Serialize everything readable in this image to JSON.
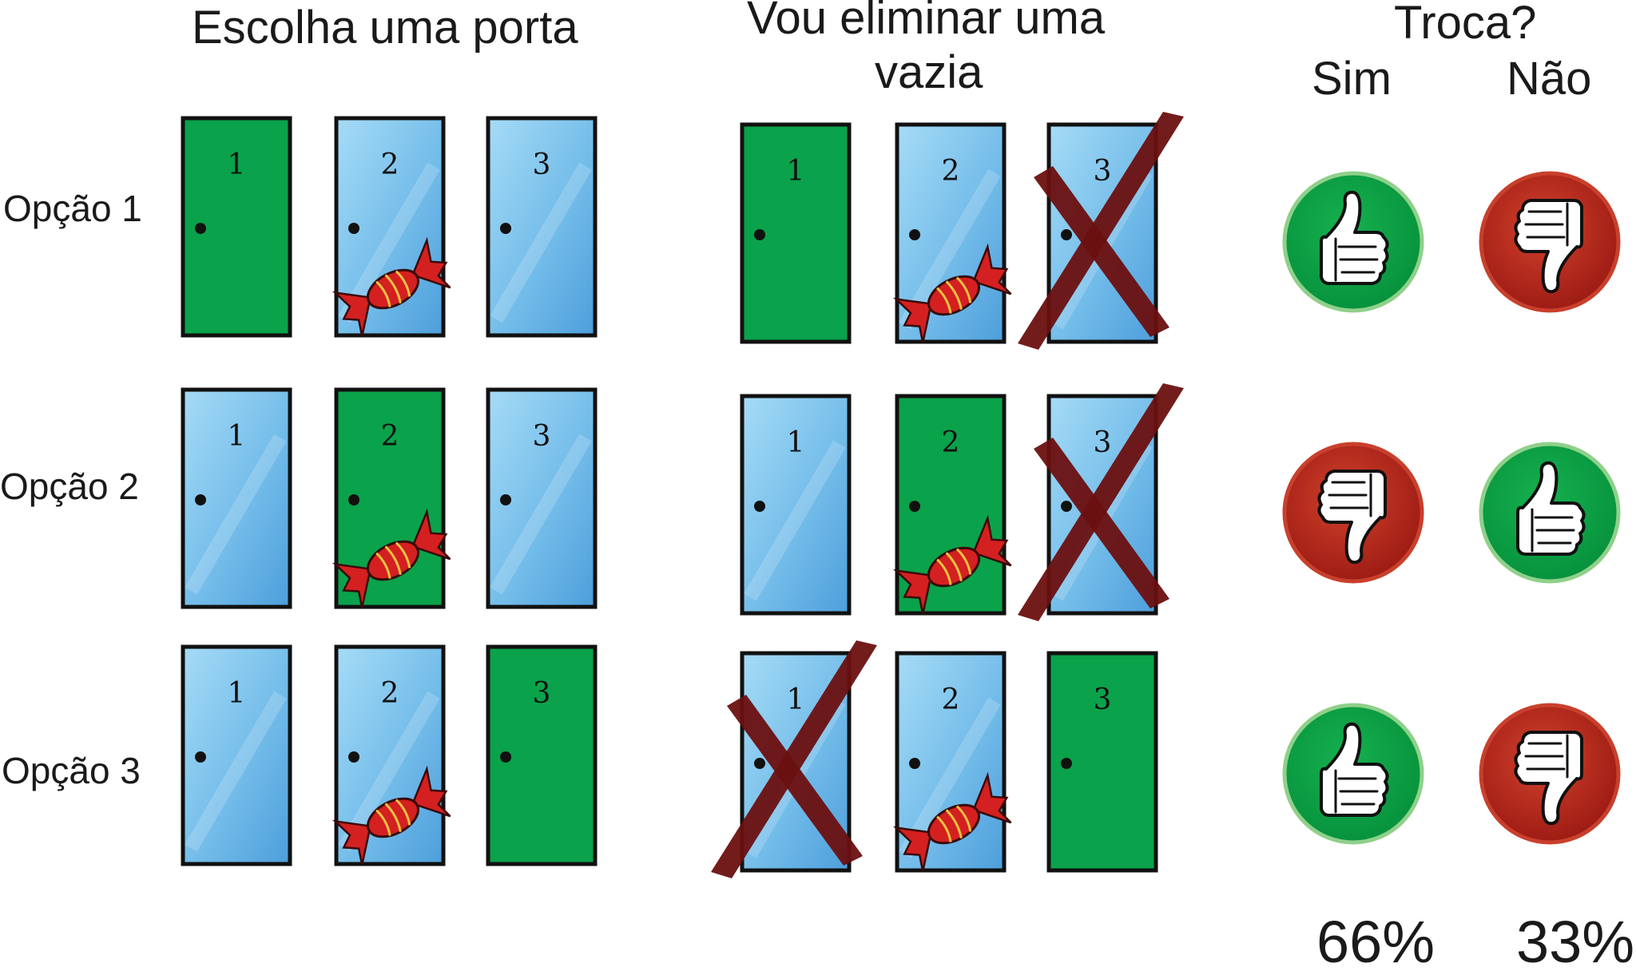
{
  "headings": {
    "choose": "Escolha uma porta",
    "eliminate_line1": "Vou eliminar uma",
    "eliminate_line2": "vazia",
    "switch_question": "Troca?",
    "yes": "Sim",
    "no": "Não"
  },
  "colors": {
    "chosen_door": "#0aa24a",
    "other_door": "#7cc4ee",
    "cross": "#6b1010",
    "thumb_good": "#0aa24a",
    "thumb_bad": "#c0281c",
    "candy": "#d42020"
  },
  "rows": [
    {
      "label": "Opção 1",
      "chosen": 1,
      "prize": 2,
      "eliminated": 3,
      "doors": [
        "1",
        "2",
        "3"
      ],
      "yes_thumb": "thumbs-up-icon",
      "no_thumb": "thumbs-down-icon"
    },
    {
      "label": "Opção 2",
      "chosen": 2,
      "prize": 2,
      "eliminated": 3,
      "doors": [
        "1",
        "2",
        "3"
      ],
      "yes_thumb": "thumbs-down-icon",
      "no_thumb": "thumbs-up-icon"
    },
    {
      "label": "Opção 3",
      "chosen": 3,
      "prize": 2,
      "eliminated": 1,
      "doors": [
        "1",
        "2",
        "3"
      ],
      "yes_thumb": "thumbs-up-icon",
      "no_thumb": "thumbs-down-icon"
    }
  ],
  "results": {
    "yes": "66%",
    "no": "33%"
  }
}
